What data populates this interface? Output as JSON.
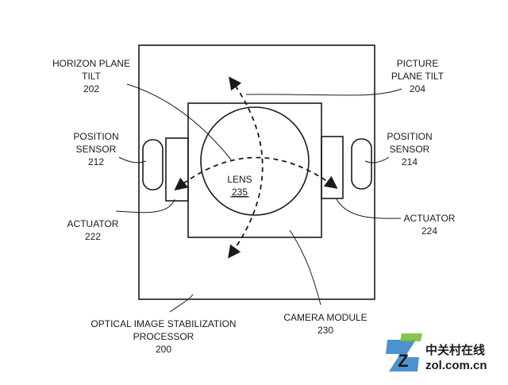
{
  "labels": {
    "horizon": {
      "line1": "HORIZON PLANE",
      "line2": "TILT",
      "ref": "202"
    },
    "picture": {
      "line1": "PICTURE",
      "line2": "PLANE TILT",
      "ref": "204"
    },
    "pos_sensor_left": {
      "line1": "POSITION",
      "line2": "SENSOR",
      "ref": "212"
    },
    "pos_sensor_right": {
      "line1": "POSITION",
      "line2": "SENSOR",
      "ref": "214"
    },
    "actuator_left": {
      "line1": "ACTUATOR",
      "ref": "222"
    },
    "actuator_right": {
      "line1": "ACTUATOR",
      "ref": "224"
    },
    "lens": {
      "line1": "LENS",
      "ref": "235"
    },
    "camera_module": {
      "line1": "CAMERA MODULE",
      "ref": "230"
    },
    "ois": {
      "line1": "OPTICAL IMAGE STABILIZATION",
      "line2": "PROCESSOR",
      "ref": "200"
    }
  },
  "watermark": {
    "brand_cn": "中关村在线",
    "url": "zol.com.cn",
    "logo_letter": "Z"
  },
  "colors": {
    "line": "#1a1a1a",
    "background": "#ffffff",
    "logo_blue": "#2f7fc4",
    "logo_green": "#7cbf3a"
  }
}
